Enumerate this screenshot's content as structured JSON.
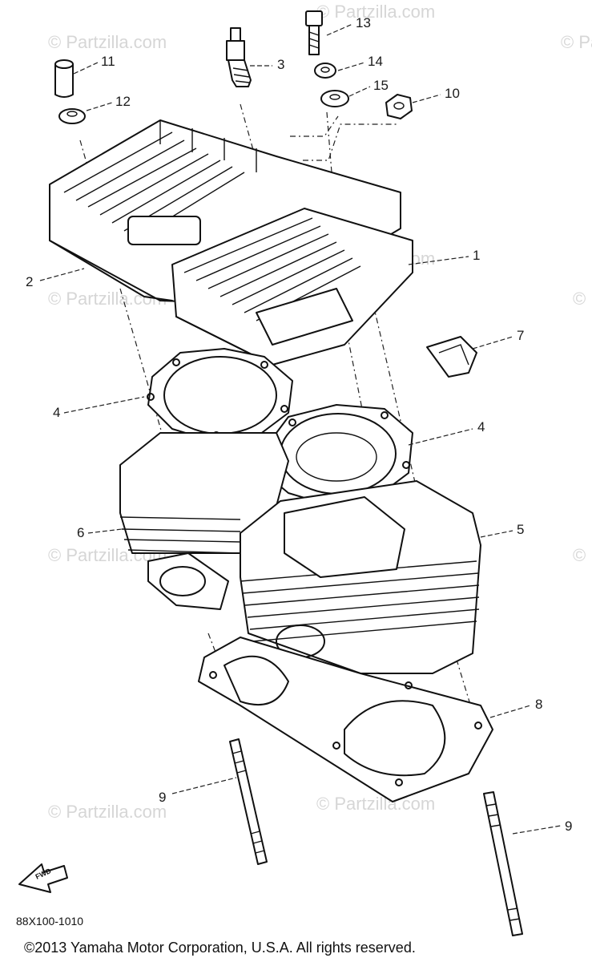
{
  "watermark": {
    "text": "© Partzilla.com"
  },
  "diagram_code": "88X100-1010",
  "copyright": "©2013 Yamaha Motor Corporation, U.S.A. All rights reserved.",
  "fwd_label": "FWD",
  "callouts": [
    {
      "id": "p13",
      "label": "13"
    },
    {
      "id": "p11",
      "label": "11"
    },
    {
      "id": "p3",
      "label": "3"
    },
    {
      "id": "p14",
      "label": "14"
    },
    {
      "id": "p12",
      "label": "12"
    },
    {
      "id": "p15",
      "label": "15"
    },
    {
      "id": "p10",
      "label": "10"
    },
    {
      "id": "p1",
      "label": "1"
    },
    {
      "id": "p2",
      "label": "2"
    },
    {
      "id": "p7",
      "label": "7"
    },
    {
      "id": "p4a",
      "label": "4"
    },
    {
      "id": "p4b",
      "label": "4"
    },
    {
      "id": "p6",
      "label": "6"
    },
    {
      "id": "p5",
      "label": "5"
    },
    {
      "id": "p8",
      "label": "8"
    },
    {
      "id": "p9a",
      "label": "9"
    },
    {
      "id": "p9b",
      "label": "9"
    }
  ]
}
